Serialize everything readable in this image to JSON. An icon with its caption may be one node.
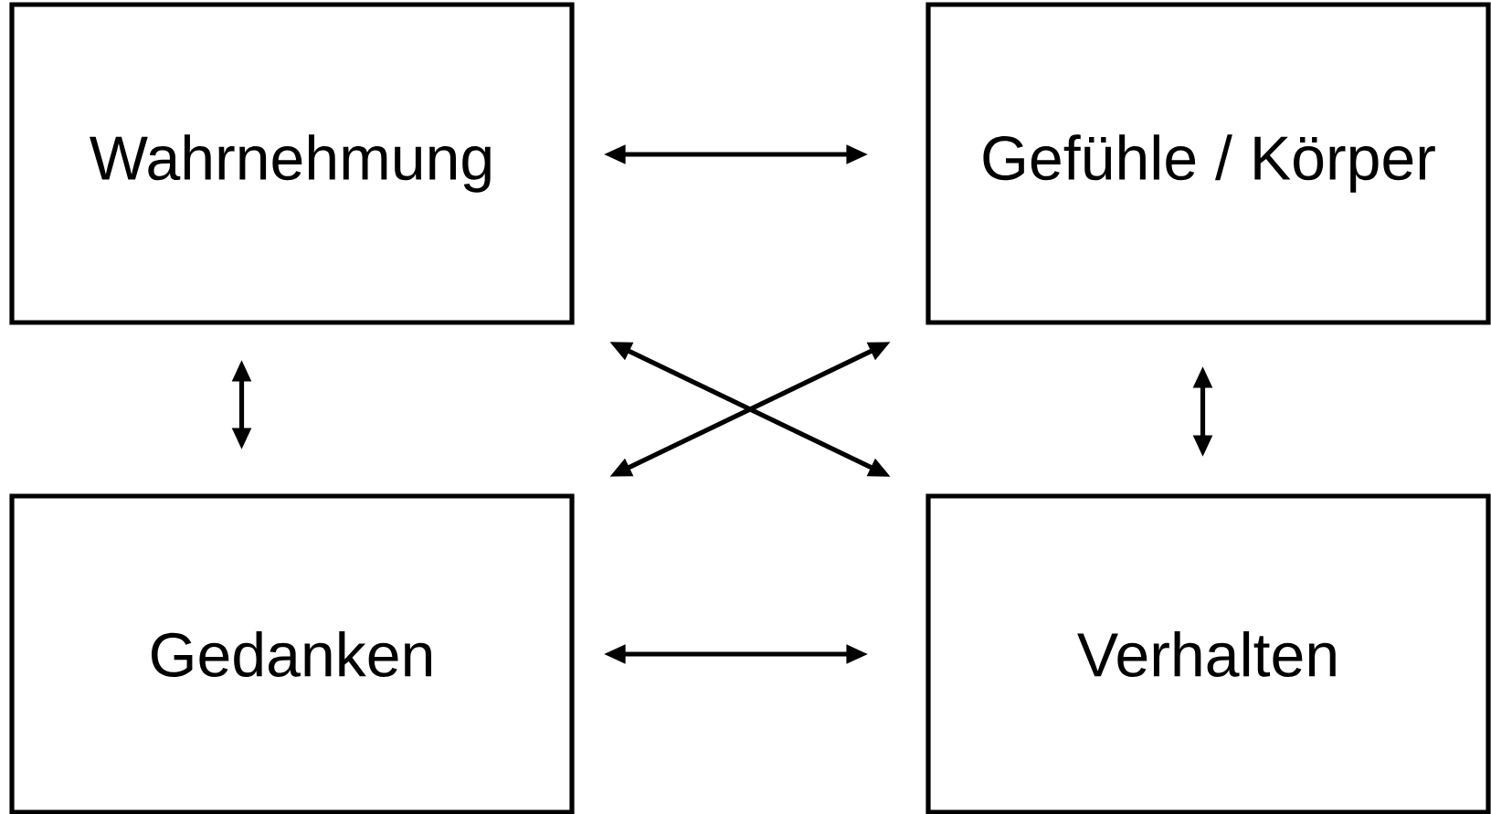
{
  "diagram": {
    "nodes": [
      {
        "text": [
          "Wahrnehmung"
        ]
      },
      {
        "text": [
          "Gefühle / Körper"
        ]
      },
      {
        "text": [
          "Gedanken"
        ]
      },
      {
        "text": [
          "Verhalten"
        ]
      }
    ],
    "edges": [
      {
        "from": 0,
        "to": 1,
        "arrow": "both"
      },
      {
        "from": 0,
        "to": 2,
        "arrow": "both"
      },
      {
        "from": 1,
        "to": 3,
        "arrow": "both"
      },
      {
        "from": 0,
        "to": 3,
        "arrow": "both"
      },
      {
        "from": 2,
        "to": 1,
        "arrow": "both"
      },
      {
        "from": 2,
        "to": 3,
        "arrow": "both"
      }
    ]
  }
}
